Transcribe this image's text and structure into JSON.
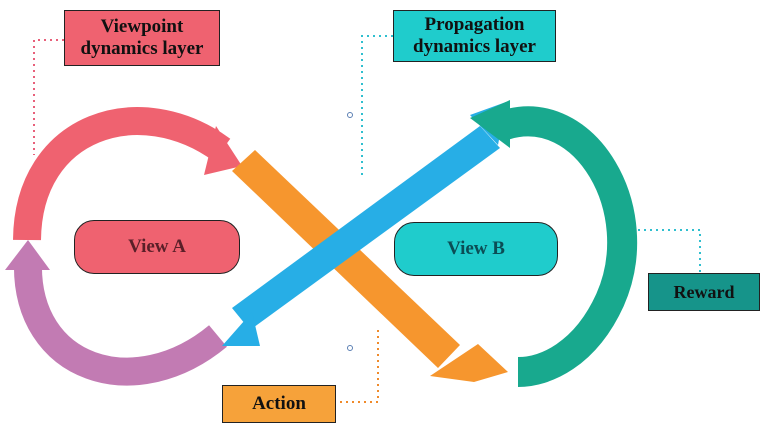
{
  "labels": {
    "viewpoint_layer": "Viewpoint dynamics layer",
    "propagation_layer": "Propagation dynamics layer",
    "reward": "Reward",
    "action": "Action"
  },
  "nodes": {
    "view_a": "View A",
    "view_b": "View B"
  },
  "colors": {
    "pink_red": "#ef6270",
    "purple": "#c27bb3",
    "orange": "#f6962e",
    "blue": "#27aee6",
    "teal_green": "#18a98e",
    "cyan": "#1fcccc",
    "dark_teal": "#16948a",
    "dotted_pink": "#e8607a",
    "dotted_cyan": "#2fbfcf",
    "dotted_orange": "#f08a2a"
  }
}
